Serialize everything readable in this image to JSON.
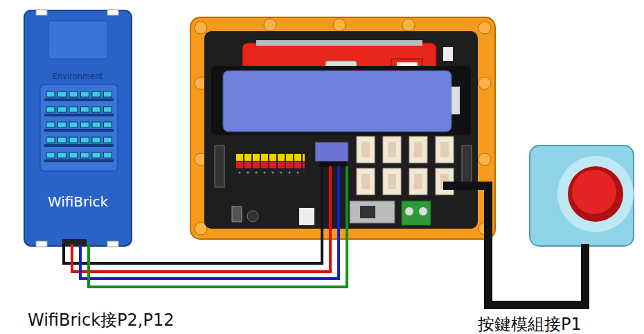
{
  "diagram": {
    "nodes": [
      {
        "text": [
          "Environment",
          "WifiBrick"
        ]
      }
    ],
    "labels": [
      "WifiBrick接P2,P12",
      "按鍵模組接P1"
    ]
  }
}
